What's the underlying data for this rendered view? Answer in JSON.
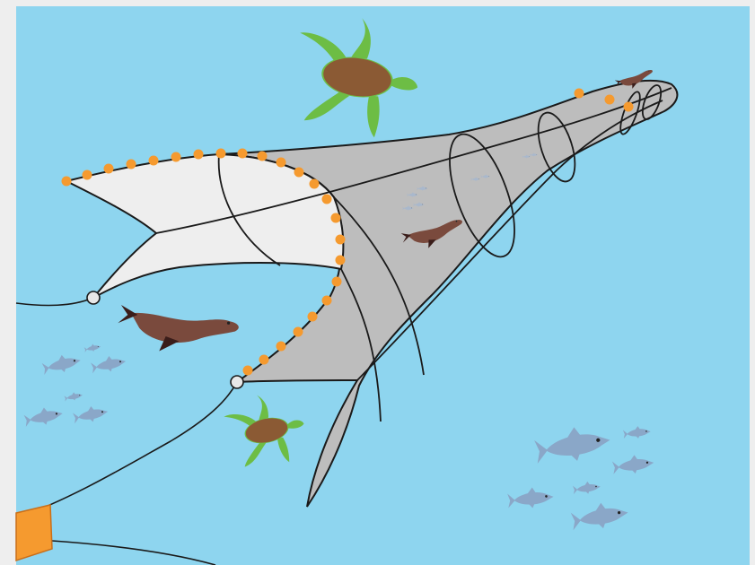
{
  "scene": {
    "colors": {
      "water": "#8ed5ef",
      "page_background": "#eeeeee",
      "net_body": "#bdbdbd",
      "net_wings": "#eeeeee",
      "net_lines": "#1a1a1a",
      "floats": "#f59a2f",
      "trawl_door": "#f59a2f",
      "turtle_shell": "#8b5a34",
      "turtle_flippers": "#6dbd45",
      "sea_lion": "#7a4a3d",
      "fish": "#8aa7c8",
      "fish_small_in_net": "#a9b8cc"
    },
    "elements": [
      {
        "name": "trawl-net",
        "icon": "cone-shaped-net"
      },
      {
        "name": "floats",
        "icon": "orange-buoy-dots"
      },
      {
        "name": "trawl-door",
        "icon": "orange-otter-board"
      },
      {
        "name": "sea-turtle",
        "icon": "turtle",
        "count": 2
      },
      {
        "name": "sea-lion",
        "icon": "sea-lion",
        "count": 3
      },
      {
        "name": "fish-school",
        "icon": "fish",
        "count": 2
      }
    ]
  }
}
